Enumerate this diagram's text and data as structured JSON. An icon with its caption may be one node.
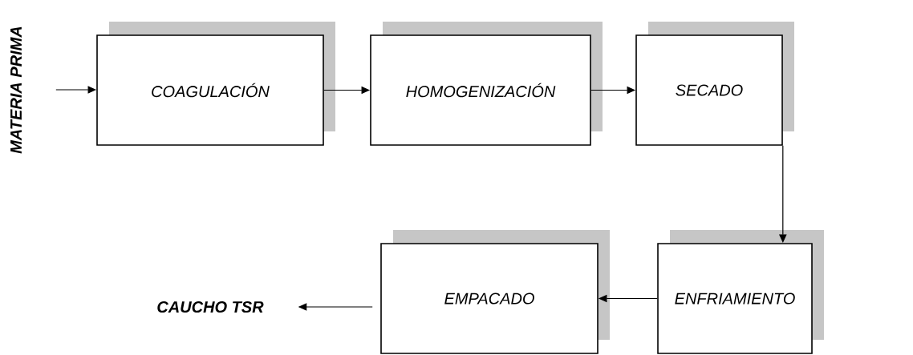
{
  "diagram": {
    "nodes": [
      {
        "text": [
          "MATERIA PRIMA"
        ]
      },
      {
        "text": [
          "COAGULACIÓN"
        ]
      },
      {
        "text": [
          "HOMOGENIZACIÓN"
        ]
      },
      {
        "text": [
          "SECADO"
        ]
      },
      {
        "text": [
          "CAUCHO TSR"
        ]
      },
      {
        "text": [
          "EMPACADO"
        ]
      },
      {
        "text": [
          "ENFRIAMIENTO"
        ]
      }
    ],
    "edges": [
      {
        "from": 0,
        "to": 1,
        "arrow": "to"
      },
      {
        "from": 1,
        "to": 2,
        "arrow": "to"
      },
      {
        "from": 2,
        "to": 3,
        "arrow": "to"
      },
      {
        "from": 3,
        "to": 6,
        "arrow": "to"
      },
      {
        "from": 6,
        "to": 5,
        "arrow": "to"
      },
      {
        "from": 5,
        "to": 4,
        "arrow": "to"
      }
    ]
  }
}
